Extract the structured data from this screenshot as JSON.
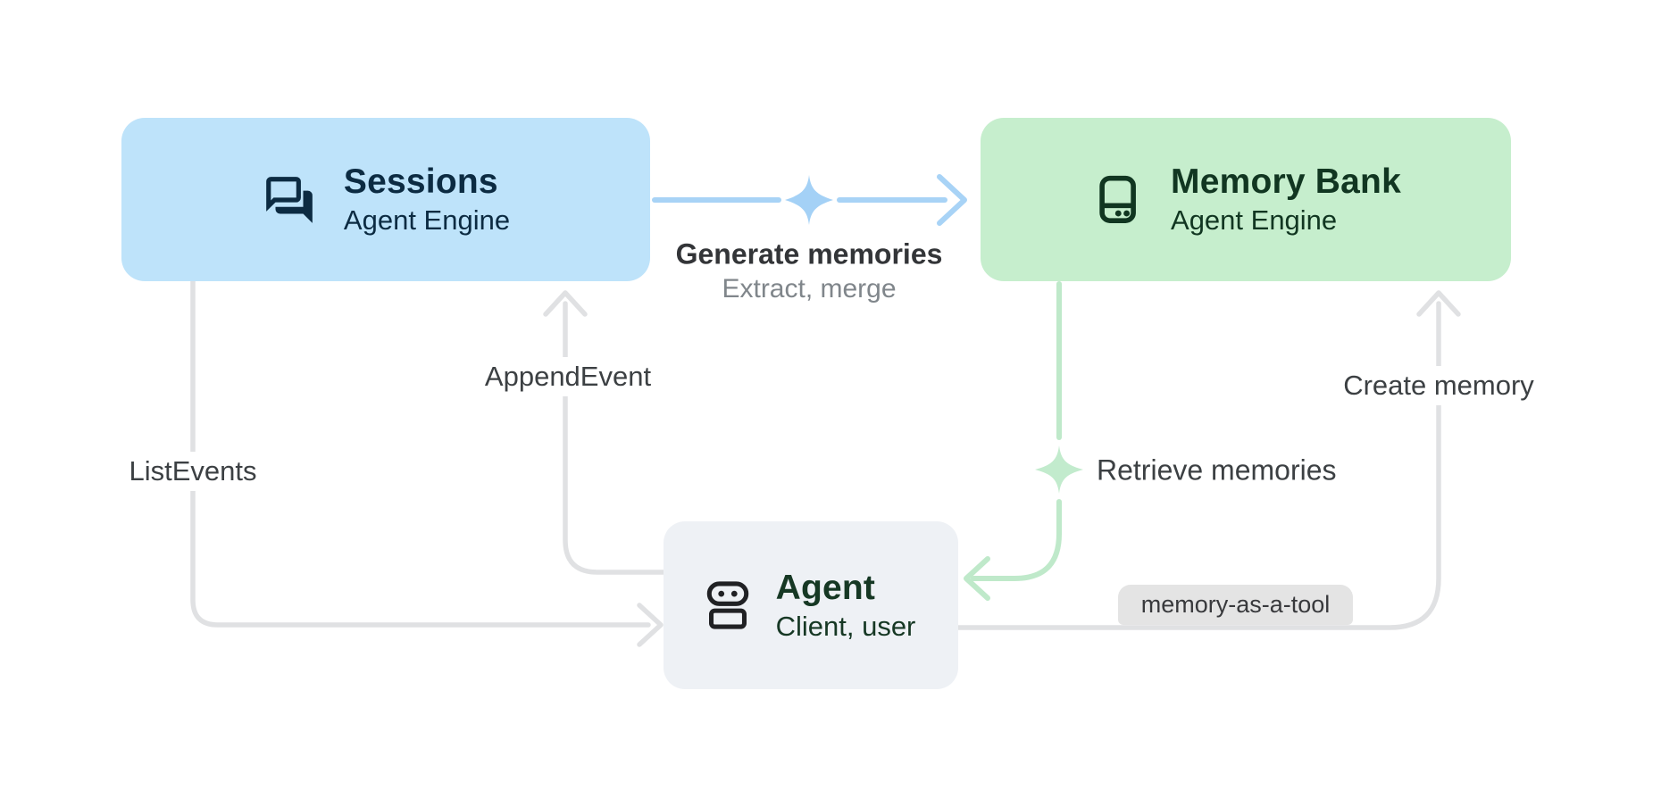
{
  "canvas": {
    "bg": "#ffffff"
  },
  "nodes": {
    "sessions": {
      "title": "Sessions",
      "subtitle": "Agent Engine",
      "bg": "#bee3fa",
      "fg": "#0c2b42",
      "icon": "forum-chat-icon"
    },
    "memory_bank": {
      "title": "Memory Bank",
      "subtitle": "Agent Engine",
      "bg": "#c6eecd",
      "fg": "#113621",
      "icon": "memory-bank-icon"
    },
    "agent": {
      "title": "Agent",
      "subtitle": "Client, user",
      "bg": "#eef1f5",
      "fg": "#163824",
      "icon": "robot-icon",
      "icon_color": "#202124"
    }
  },
  "edges": {
    "generate_memories": {
      "label": "Generate memories",
      "sublabel": "Extract, merge",
      "color": "#a8d3f6",
      "sparkle_color": "#a4d1f6",
      "label_color": "#333538",
      "sublabel_color": "#80868b"
    },
    "append_event": {
      "label": "AppendEvent",
      "color": "#e0e1e3",
      "label_color": "#3c4043"
    },
    "list_events": {
      "label": "ListEvents",
      "color": "#e0e1e3",
      "label_color": "#3c4043"
    },
    "retrieve_memories": {
      "label": "Retrieve memories",
      "color": "#bfe9ca",
      "sparkle_color": "#c2ebcd",
      "label_color": "#3c4043"
    },
    "create_memory": {
      "label": "Create memory",
      "color": "#e0e1e3",
      "label_color": "#3c4043",
      "badge": {
        "label": "memory-as-a-tool",
        "bg": "#e4e4e4",
        "fg": "#38393c"
      }
    }
  }
}
